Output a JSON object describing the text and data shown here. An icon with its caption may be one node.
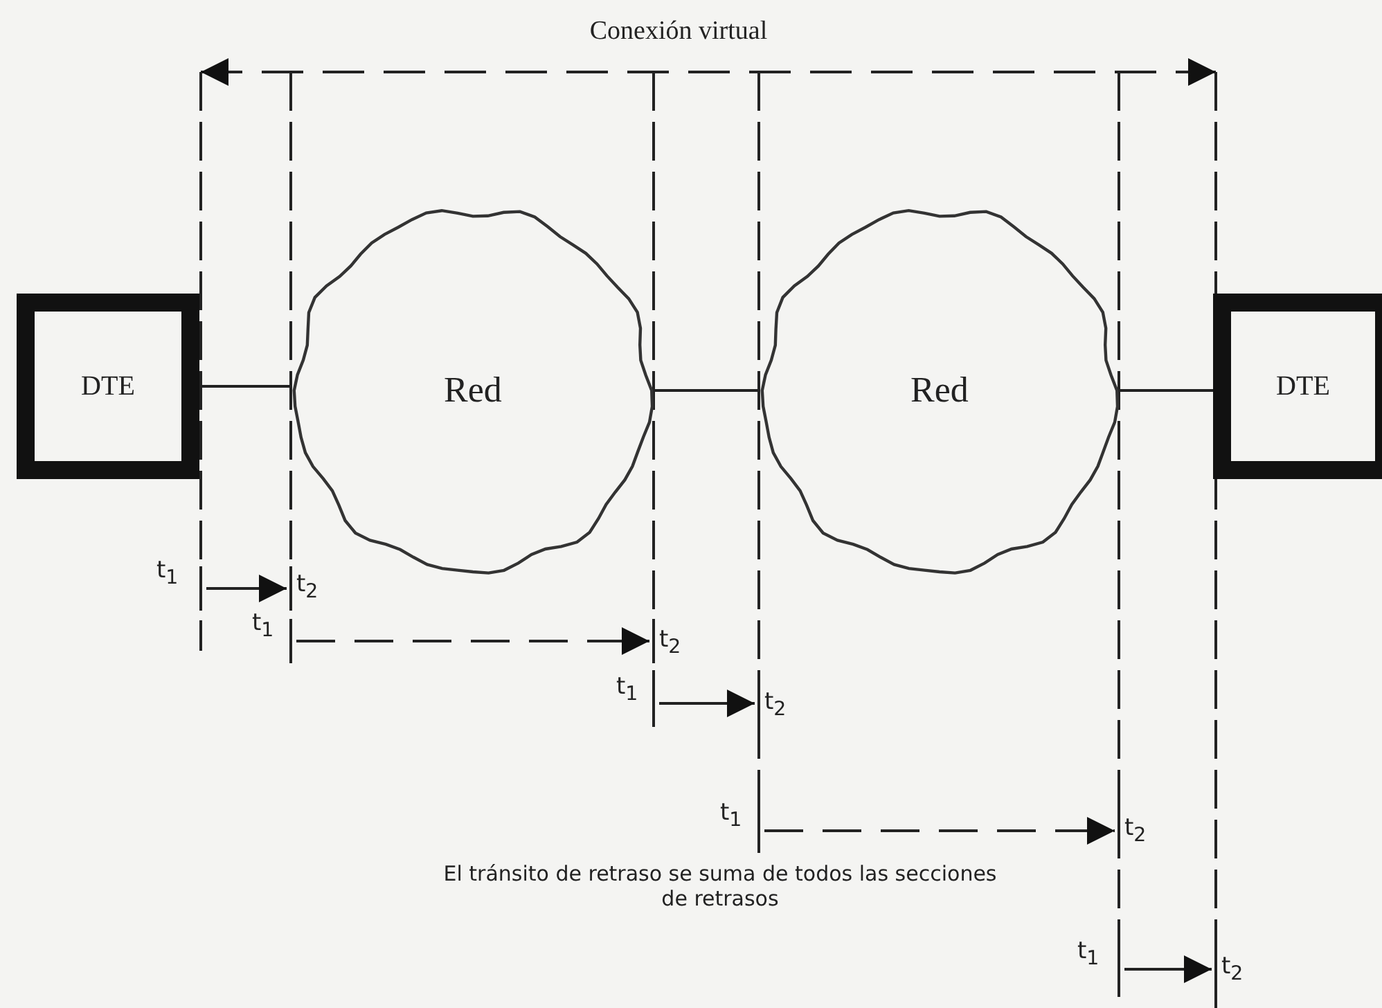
{
  "diagram": {
    "nodes": [
      {
        "text": [
          "DTE"
        ]
      },
      {
        "text": [
          "Red"
        ]
      },
      {
        "text": [
          "Red"
        ]
      },
      {
        "text": [
          "DTE"
        ]
      }
    ],
    "edges": [
      {
        "from": 0,
        "to": 1,
        "arrow": "none"
      },
      {
        "from": 1,
        "to": 2,
        "arrow": "none"
      },
      {
        "from": 2,
        "to": 3,
        "arrow": "none"
      }
    ],
    "labels": [
      "Conexión virtual",
      "t$_{1}$",
      "t$_{2}$",
      "t$_{1}$",
      "t$_{2}$",
      "t$_{1}$",
      "t$_{2}$",
      "t$_{1}$",
      "t$_{2}$",
      "El tránsito de retraso se suma de todos las secciones de retrasos",
      "t$_{1}$",
      "t$_{2}$"
    ]
  }
}
